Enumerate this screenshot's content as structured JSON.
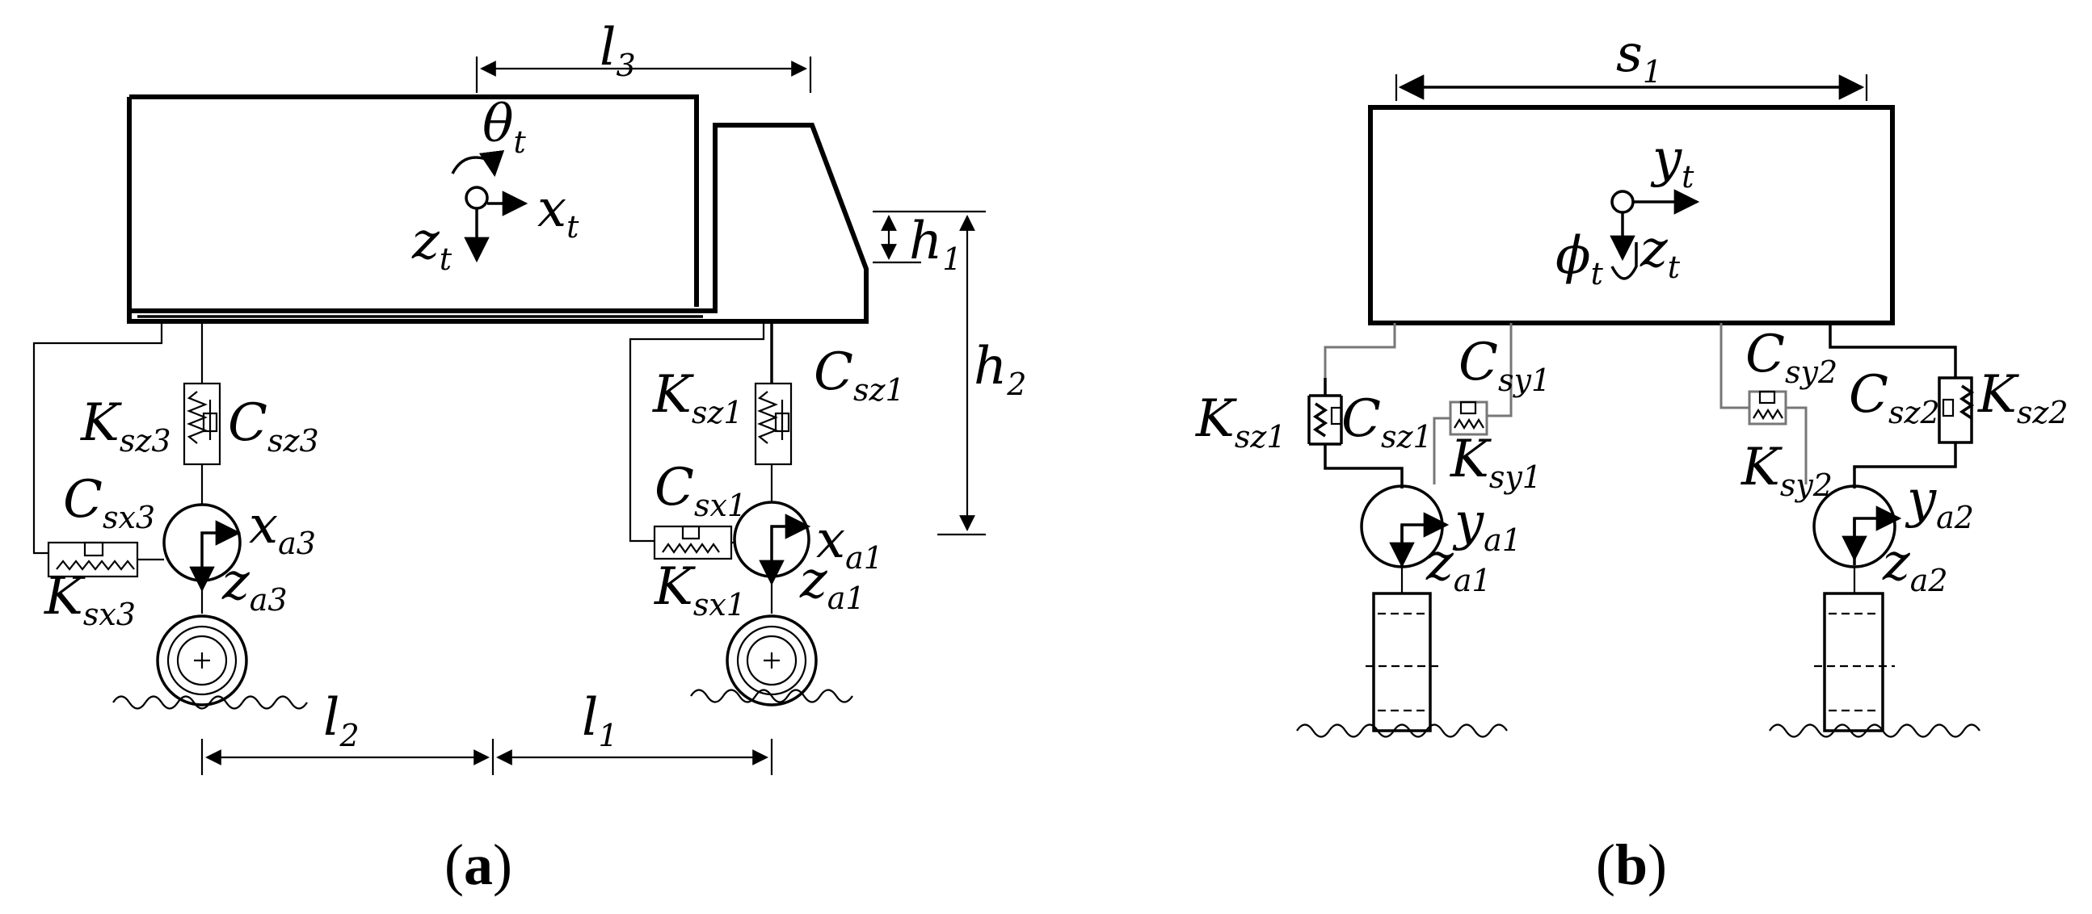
{
  "panels": {
    "a": {
      "caption": {
        "open": "(",
        "letter": "a",
        "close": ")"
      },
      "labels": {
        "l3": {
          "main": "l",
          "sub": "3"
        },
        "theta_t": {
          "main": "θ",
          "sub": "t"
        },
        "x_t": {
          "main": "x",
          "sub": "t"
        },
        "z_t": {
          "main": "z",
          "sub": "t"
        },
        "h1": {
          "main": "h",
          "sub": "1"
        },
        "h2": {
          "main": "h",
          "sub": "2"
        },
        "K_sz3": {
          "main": "K",
          "sub": "sz3"
        },
        "C_sz3": {
          "main": "C",
          "sub": "sz3"
        },
        "C_sx3": {
          "main": "C",
          "sub": "sx3"
        },
        "K_sx3": {
          "main": "K",
          "sub": "sx3"
        },
        "x_a3": {
          "main": "x",
          "sub": "a3"
        },
        "z_a3": {
          "main": "z",
          "sub": "a3"
        },
        "K_sz1": {
          "main": "K",
          "sub": "sz1"
        },
        "C_sz1": {
          "main": "C",
          "sub": "sz1"
        },
        "C_sx1": {
          "main": "C",
          "sub": "sx1"
        },
        "K_sx1": {
          "main": "K",
          "sub": "sx1"
        },
        "x_a1": {
          "main": "x",
          "sub": "a1"
        },
        "z_a1": {
          "main": "z",
          "sub": "a1"
        },
        "l2": {
          "main": "l",
          "sub": "2"
        },
        "l1": {
          "main": "l",
          "sub": "1"
        }
      }
    },
    "b": {
      "caption": {
        "open": "(",
        "letter": "b",
        "close": ")"
      },
      "labels": {
        "s1": {
          "main": "s",
          "sub": "1"
        },
        "y_t": {
          "main": "y",
          "sub": "t"
        },
        "phi_t": {
          "main": "ϕ",
          "sub": "t"
        },
        "z_t": {
          "main": "z",
          "sub": "t"
        },
        "K_sz1": {
          "main": "K",
          "sub": "sz1"
        },
        "C_sz1": {
          "main": "C",
          "sub": "sz1"
        },
        "C_sy1": {
          "main": "C",
          "sub": "sy1"
        },
        "K_sy1": {
          "main": "K",
          "sub": "sy1"
        },
        "y_a1": {
          "main": "y",
          "sub": "a1"
        },
        "z_a1": {
          "main": "z",
          "sub": "a1"
        },
        "C_sy2": {
          "main": "C",
          "sub": "sy2"
        },
        "K_sy2": {
          "main": "K",
          "sub": "sy2"
        },
        "C_sz2": {
          "main": "C",
          "sub": "sz2"
        },
        "K_sz2": {
          "main": "K",
          "sub": "sz2"
        },
        "y_a2": {
          "main": "y",
          "sub": "a2"
        },
        "z_a2": {
          "main": "z",
          "sub": "a2"
        }
      }
    }
  }
}
